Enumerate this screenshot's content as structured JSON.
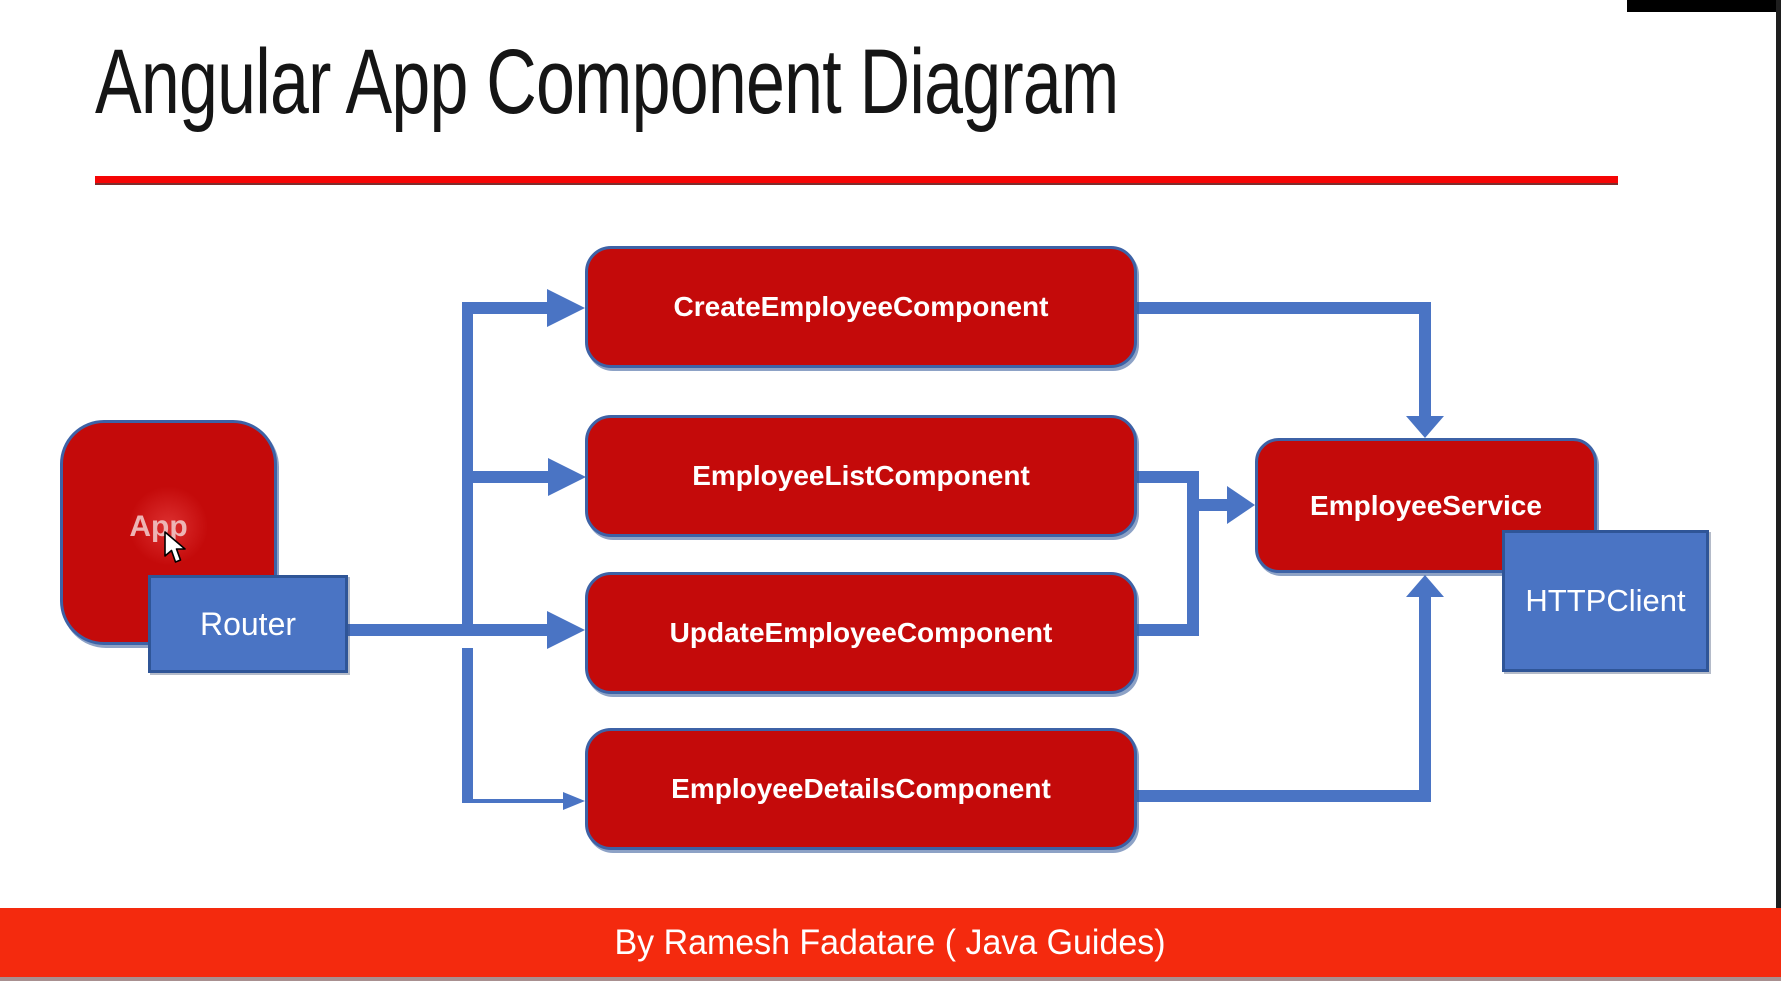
{
  "title": "Angular App Component Diagram",
  "nodes": {
    "app": "App",
    "router": "Router",
    "create": "CreateEmployeeComponent",
    "list": "EmployeeListComponent",
    "update": "UpdateEmployeeComponent",
    "details": "EmployeeDetailsComponent",
    "service": "EmployeeService",
    "http": "HTTPClient"
  },
  "edges": [
    {
      "from": "Router",
      "to": "CreateEmployeeComponent"
    },
    {
      "from": "Router",
      "to": "EmployeeListComponent"
    },
    {
      "from": "Router",
      "to": "UpdateEmployeeComponent"
    },
    {
      "from": "Router",
      "to": "EmployeeDetailsComponent"
    },
    {
      "from": "CreateEmployeeComponent",
      "to": "EmployeeService"
    },
    {
      "from": "EmployeeListComponent",
      "to": "EmployeeService"
    },
    {
      "from": "UpdateEmployeeComponent",
      "to": "EmployeeService"
    },
    {
      "from": "EmployeeDetailsComponent",
      "to": "EmployeeService"
    }
  ],
  "footer": {
    "credit": "By Ramesh Fadatare ( Java Guides)"
  },
  "colors": {
    "component_red": "#C40A0A",
    "node_blue": "#4A74C4",
    "node_border_blue": "#2F5597",
    "red_node_border_blue": "#3D62A6",
    "title_rule_red": "#F50505",
    "footer_band_red": "#F42A0E",
    "app_label_pink": "#EDB5B5",
    "letterbox_black": "#000000"
  }
}
